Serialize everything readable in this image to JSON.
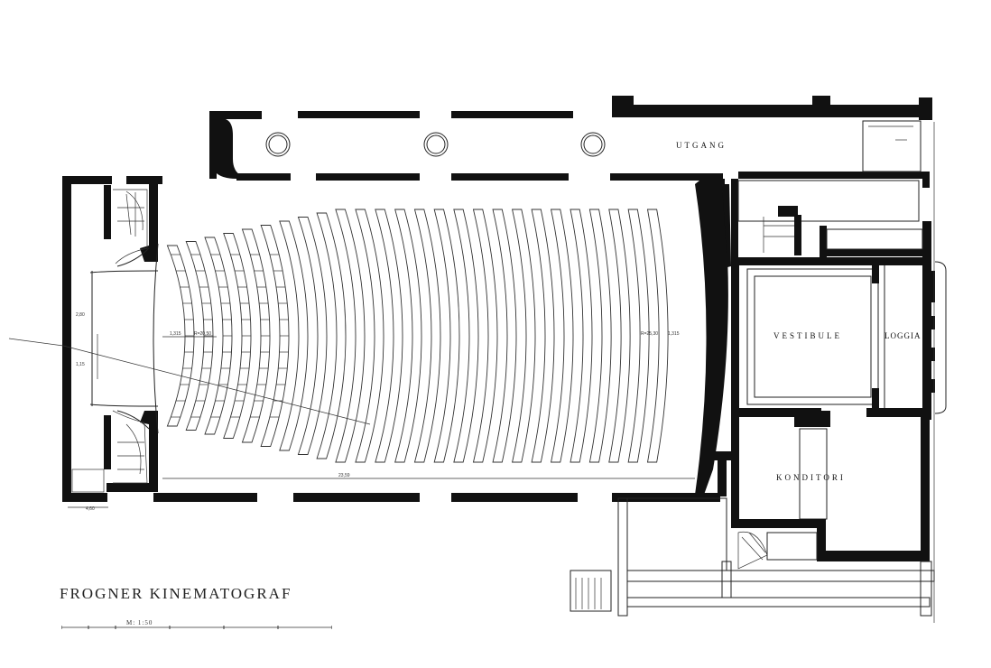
{
  "title": "FROGNER KINEMATOGRAF",
  "scale_label": "M: 1:50",
  "rooms": {
    "exit": "UTGANG",
    "vestibule": "VESTIBULE",
    "loggia": "LOGGIA",
    "konditori": "KONDITORI"
  },
  "dimensions": {
    "hall_length": "23,59",
    "left_width": "4,60",
    "screen_offset": "1,315",
    "right_offset": "1,315",
    "radius_a": "R=20,50",
    "radius_b": "R=25,30",
    "sep_a": "1,15",
    "sep_b": "2,80"
  },
  "seat_rows": 26
}
